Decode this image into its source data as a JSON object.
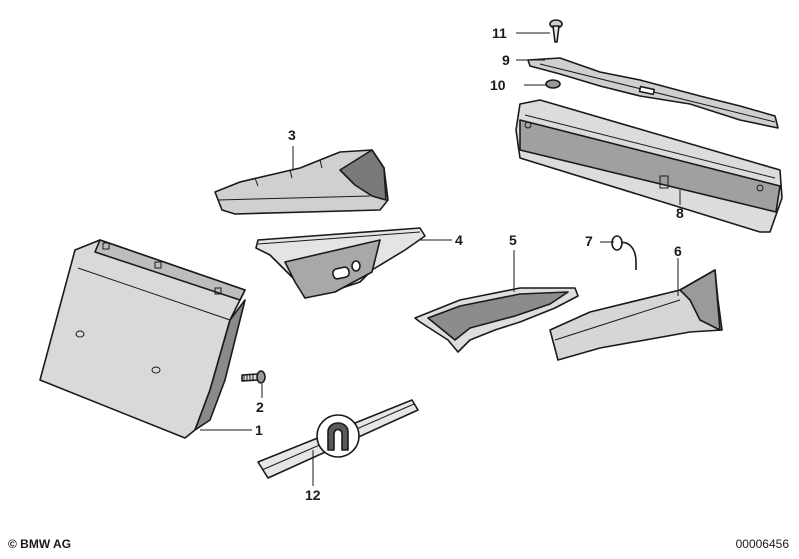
{
  "copyright": "© BMW AG",
  "diagram_number": "00006456",
  "callouts": [
    {
      "id": "1",
      "text": "1"
    },
    {
      "id": "2",
      "text": "2"
    },
    {
      "id": "3",
      "text": "3"
    },
    {
      "id": "4",
      "text": "4"
    },
    {
      "id": "5",
      "text": "5"
    },
    {
      "id": "6",
      "text": "6"
    },
    {
      "id": "7",
      "text": "7"
    },
    {
      "id": "8",
      "text": "8"
    },
    {
      "id": "9",
      "text": "9"
    },
    {
      "id": "10",
      "text": "10"
    },
    {
      "id": "11",
      "text": "11"
    },
    {
      "id": "12",
      "text": "12"
    }
  ]
}
